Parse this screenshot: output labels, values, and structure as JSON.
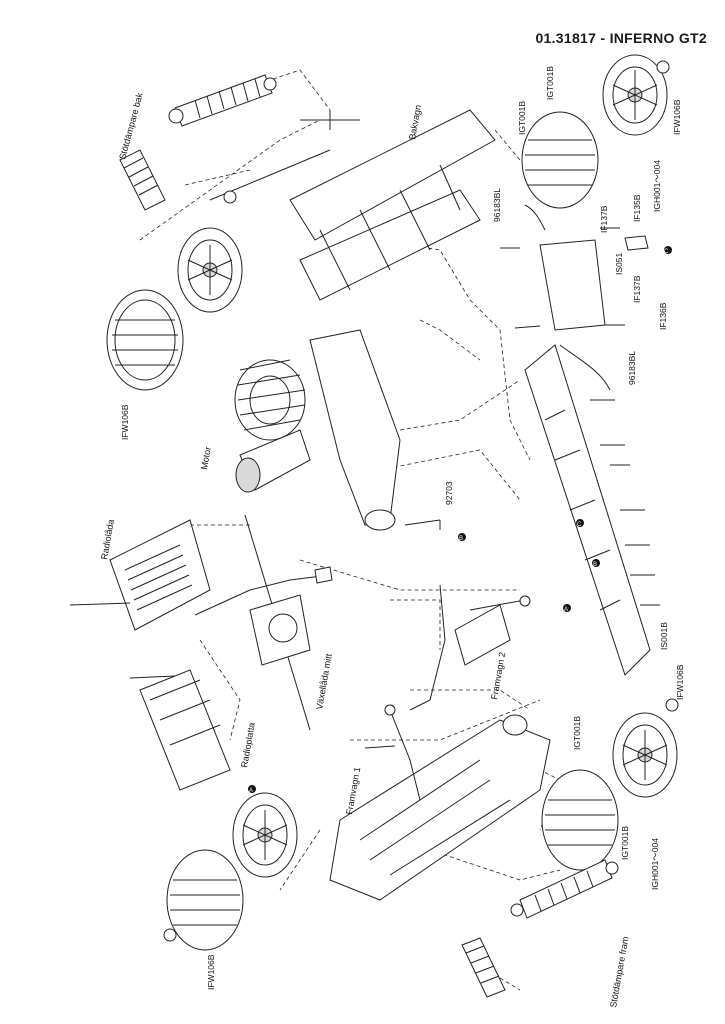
{
  "title": "01.31817 - INFERNO GT2",
  "labels": {
    "stotdampare_bak": "Stötdämpare bak",
    "bakvagn": "Bakvagn",
    "motor": "Motor",
    "radiolada": "Radiolåda",
    "vaxellada_mitt": "Växellåda mitt",
    "framvagn2": "Framvagn 2",
    "framvagn1": "Framvagn 1",
    "radioplatta": "Radioplatta",
    "stotdampare_fram": "Stötdämpare fram"
  },
  "callouts": {
    "A": "A",
    "B": "B",
    "C": "C"
  },
  "parts": {
    "p1": "IGT001B",
    "p2": "IGT001B",
    "p3": "IFW106B",
    "p4": "IGH001～004",
    "p5": "IF135B",
    "p6": "IF137B",
    "p7": "96183BL",
    "p8": "IS051",
    "p9": "IF137B",
    "p10": "IF136B",
    "p11": "96183BL",
    "p12": "IFW106B",
    "p13": "92703",
    "p14": "IS001B",
    "p15": "IFW106B",
    "p16": "IGT001B",
    "p17": "IGT001B",
    "p18": "IGH001～004",
    "p19": "IFW106B"
  }
}
